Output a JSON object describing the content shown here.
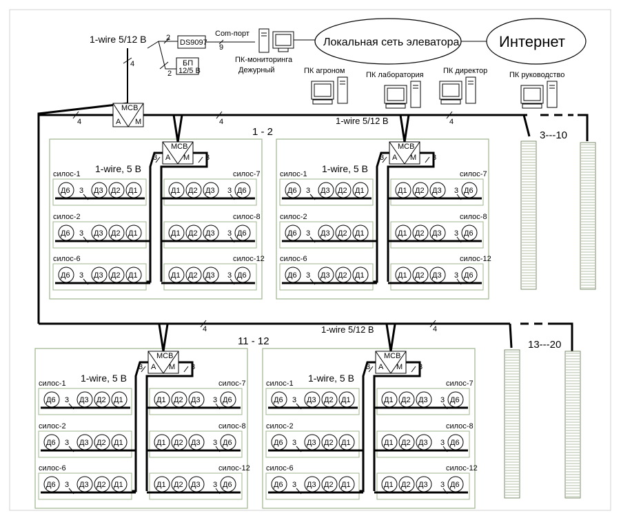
{
  "top": {
    "wire_label": "1-wire 5/12 В",
    "ds_label": "DS9097",
    "bp_line1": "БП",
    "bp_line2": "12/5 В",
    "com_port": "Сom-порт",
    "n2a": "2",
    "n2b": "2",
    "n4": "4",
    "n9": "9",
    "pk_monitor_1": "ПК-мониторинга",
    "pk_monitor_2": "Дежурный",
    "lan": "Локальная сеть элеватора",
    "internet": "Интернет",
    "pk_agronom": "ПК агроном",
    "pk_lab": "ПК лаборатория",
    "pk_director": "ПК директор",
    "pk_management": "ПК руководство"
  },
  "bus": {
    "label_upper": "1-wire 5/12 В",
    "label_lower": "1-wire 5/12 В",
    "n4": "4",
    "mcb": "МСВ",
    "a": "А",
    "m": "М",
    "n3": "3"
  },
  "groups": {
    "upper_title": "1 - 2",
    "lower_title": "11 - 12",
    "right_upper": "3---10",
    "right_lower": "13---20"
  },
  "block": {
    "wire_label": "1-wire, 5 В",
    "left_silos": [
      "силос-1",
      "силос-2",
      "силос-6"
    ],
    "right_silos": [
      "силос-7",
      "силос-8",
      "силос-12"
    ],
    "left_sensors": [
      "Д6",
      "Д3",
      "Д2",
      "Д1"
    ],
    "right_sensors": [
      "Д1",
      "Д2",
      "Д3",
      "Д6"
    ],
    "n3": "3"
  },
  "colors": {
    "block_border": "#9db48e",
    "silo_fill": "#ffffff",
    "line": "#000000"
  }
}
